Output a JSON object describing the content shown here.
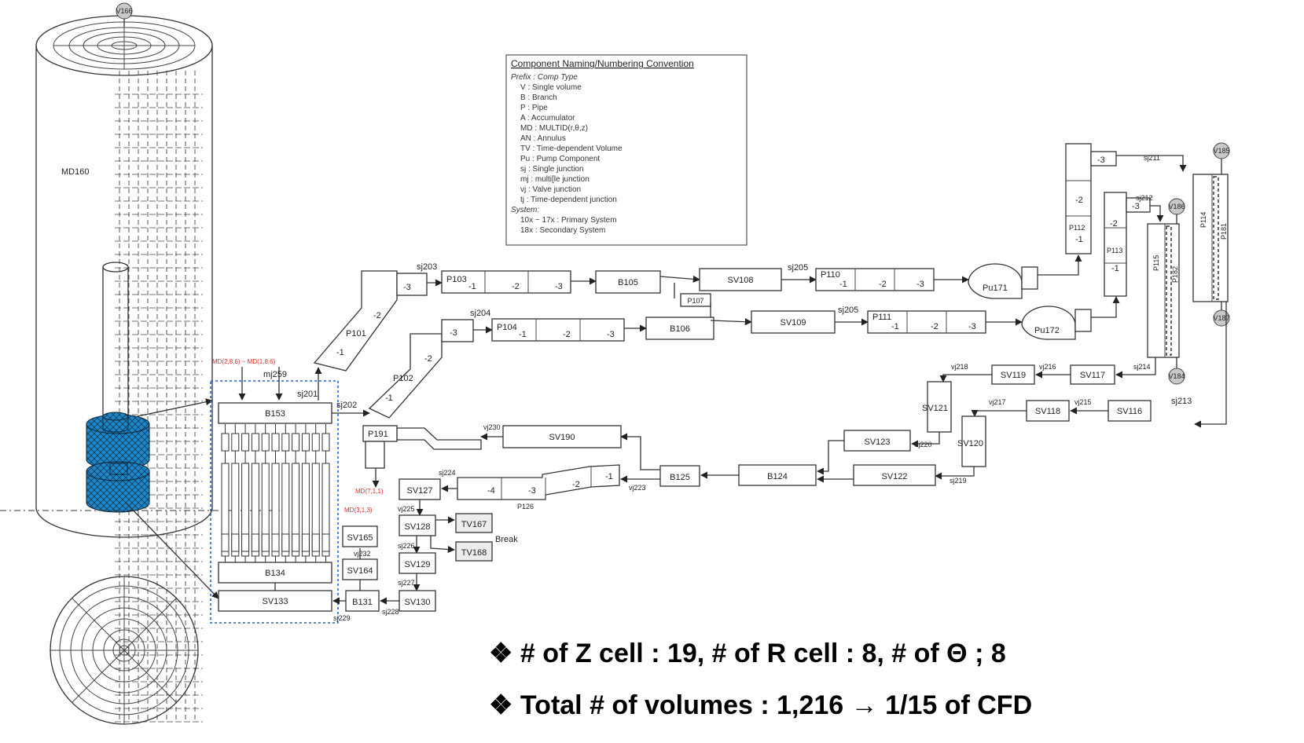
{
  "legend": {
    "title": "Component Naming/Numbering Convention",
    "lines": [
      "Prefix : Comp Type",
      "V : Single volume",
      "B : Branch",
      "P : Pipe",
      "A : Accumulator",
      "MD : MULTID(r,θ,z)",
      "AN : Annulus",
      "TV : Time-dependent Volume",
      "Pu : Pump Component",
      "sj : Single junction",
      "mj : multi[le junction",
      "vj : Valve junction",
      "tj : Time-dependent junction",
      "System:",
      "10x ~ 17x : Primary System",
      "18x : Secondary System"
    ]
  },
  "vessel": {
    "label": "MD160",
    "top_volume": "V166"
  },
  "core": {
    "red_top": "MD(2,8,6) ~ MD(1,8,6)",
    "mj": "mj259",
    "sj201": "sj201",
    "sj202": "sj202",
    "b153": "B153",
    "b134": "B134",
    "sv133": "SV133",
    "red_mid": "MD(7,1,1)",
    "red_low": "MD(3,1,3)"
  },
  "loop1": {
    "sj203": "sj203",
    "p101": "P101",
    "p101_1": "-1",
    "p101_2": "-2",
    "p101_3": "-3",
    "p103": "P103",
    "p103_1": "-1",
    "p103_2": "-2",
    "p103_3": "-3",
    "b105": "B105",
    "p107": "P107",
    "sv108": "SV108",
    "sj205": "sj205",
    "p110": "P110",
    "p110_1": "-1",
    "p110_2": "-2",
    "p110_3": "-3",
    "pu171": "Pu171"
  },
  "loop2": {
    "sj204": "sj204",
    "p102": "P102",
    "p102_1": "-1",
    "p102_2": "-2",
    "p102_3": "-3",
    "p104": "P104",
    "p104_1": "-1",
    "p104_2": "-2",
    "p104_3": "-3",
    "b106": "B106",
    "sv109": "SV109",
    "sj206": "sj205",
    "p111": "P111",
    "p111_1": "-1",
    "p111_2": "-2",
    "p111_3": "-3",
    "pu172": "Pu172"
  },
  "secondary": {
    "p112": "P112",
    "p112_1": "-1",
    "p112_2": "-2",
    "p112_3": "-3",
    "p113": "P113",
    "p113_1": "-1",
    "p113_2": "-2",
    "p113_3": "-3",
    "sj211": "sj211",
    "sj212": "sj212",
    "p114": "P114",
    "p115": "P115",
    "p181": "P181",
    "p182": "P182",
    "v185": "V185",
    "v186": "V186",
    "v184": "V184",
    "v187": "V187"
  },
  "return": {
    "sj214": "sj214",
    "sj213": "sj213",
    "sv117": "SV117",
    "sv116": "SV116",
    "vj216": "vj216",
    "vj215": "vj215",
    "sv119": "SV119",
    "sv118": "SV118",
    "vj218": "vj218",
    "vj217": "vj217",
    "sv121": "SV121",
    "sv120": "SV120",
    "sj220": "sj220",
    "sj219": "sj219",
    "sv123": "SV123",
    "sv122": "SV122",
    "b124": "B124",
    "b125": "B125",
    "vj223": "vj223",
    "p126": "P126",
    "p126_1": "-1",
    "p126_2": "-2",
    "p126_3": "-3",
    "p126_4": "-4",
    "vj230": "vj230",
    "sv190": "SV190",
    "p191": "P191",
    "sj224": "sj224",
    "sv127": "SV127",
    "vj225": "vj225",
    "sv128": "SV128",
    "tv167": "TV167",
    "tv168": "TV168",
    "break": "Break",
    "sj226": "sj226",
    "sv129": "SV129",
    "sj227": "sj227",
    "sv130": "SV130",
    "sj229": "sj229",
    "b131": "B131",
    "sj228": "sj228",
    "vj232": "vj232",
    "sv164": "SV164",
    "sv165": "SV165"
  },
  "notes": {
    "bullet1": "❖ # of Z cell : 19,  # of R cell : 8, # of Θ ; 8",
    "bullet2": "❖ Total # of volumes : 1,216 → 1/15  of CFD"
  }
}
